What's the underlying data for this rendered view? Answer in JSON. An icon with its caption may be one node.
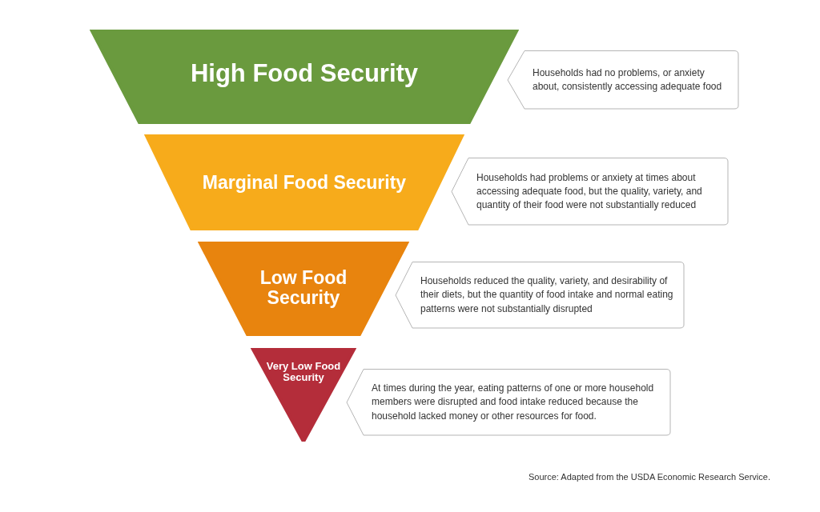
{
  "diagram": {
    "nodes": [
      {
        "text": [
          "High Food Security"
        ]
      },
      {
        "text": [
          "Households had no problems, or anxiety about, consistently accessing adequate food"
        ]
      },
      {
        "text": [
          "Marginal Food Security"
        ]
      },
      {
        "text": [
          "Households had problems or anxiety at times about accessing adequate food, but the quality, variety, and quantity of their food were not substantially reduced"
        ]
      },
      {
        "text": [
          "Low Food Security"
        ]
      },
      {
        "text": [
          "Households reduced the quality, variety, and desirability of their diets, but the quantity of food intake and normal eating patterns were not substantially disrupted"
        ]
      },
      {
        "text": [
          "Very Low Food Security"
        ]
      },
      {
        "text": [
          "At times during the year, eating patterns of one or more household members were disrupted and food intake reduced because the household lacked money or other resources for food."
        ]
      }
    ],
    "labels": [
      "Source: Adapted from the USDA Economic Research Service."
    ]
  }
}
